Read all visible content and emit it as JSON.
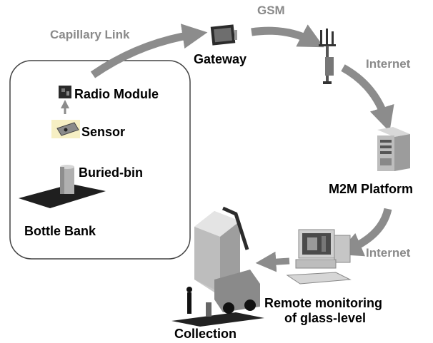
{
  "nodes": {
    "gateway": "Gateway",
    "radio_module": "Radio Module",
    "sensor": "Sensor",
    "buried_bin": "Buried-bin",
    "bottle_bank": "Bottle Bank",
    "m2m_platform": "M2M Platform",
    "remote_monitoring_line1": "Remote monitoring",
    "remote_monitoring_line2": "of glass-level",
    "collection": "Collection"
  },
  "links": {
    "capillary": "Capillary Link",
    "gsm": "GSM",
    "internet_1": "Internet",
    "internet_2": "Internet"
  },
  "colors": {
    "arrow": "#8c8c8c",
    "label_gray": "#8a8a8a",
    "label_black": "#000000",
    "box_border": "#444444"
  },
  "icons": [
    "gateway-icon",
    "antenna-tower-icon",
    "server-icon",
    "computer-icon",
    "truck-icon",
    "radio-module-icon",
    "sensor-icon",
    "buried-bin-icon"
  ]
}
